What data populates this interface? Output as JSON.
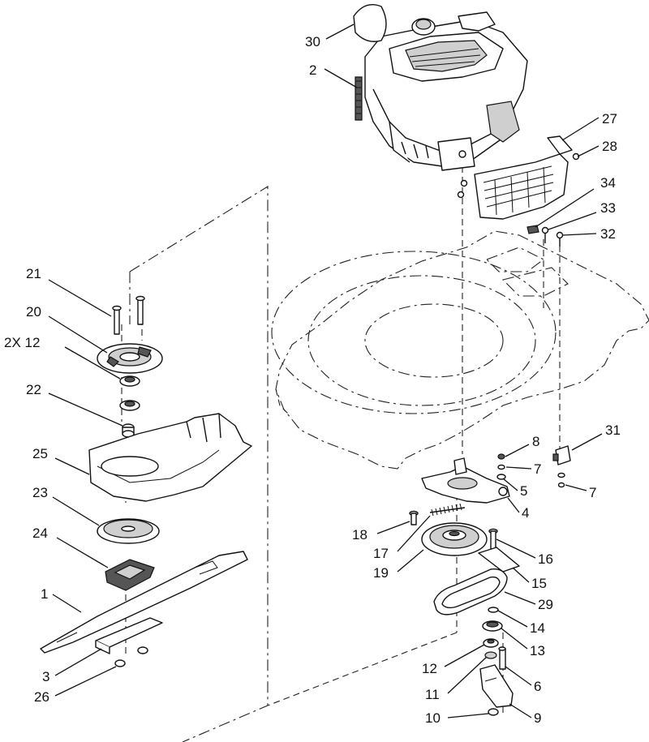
{
  "callouts": [
    {
      "id": "c30",
      "text": "30"
    },
    {
      "id": "c2",
      "text": "2"
    },
    {
      "id": "c27",
      "text": "27"
    },
    {
      "id": "c28",
      "text": "28"
    },
    {
      "id": "c34",
      "text": "34"
    },
    {
      "id": "c33",
      "text": "33"
    },
    {
      "id": "c32",
      "text": "32"
    },
    {
      "id": "c21",
      "text": "21"
    },
    {
      "id": "c20",
      "text": "20"
    },
    {
      "id": "c2x12",
      "text": "2X 12"
    },
    {
      "id": "c22",
      "text": "22"
    },
    {
      "id": "c25",
      "text": "25"
    },
    {
      "id": "c23",
      "text": "23"
    },
    {
      "id": "c24",
      "text": "24"
    },
    {
      "id": "c1",
      "text": "1"
    },
    {
      "id": "c3",
      "text": "3"
    },
    {
      "id": "c26",
      "text": "26"
    },
    {
      "id": "c31",
      "text": "31"
    },
    {
      "id": "c8",
      "text": "8"
    },
    {
      "id": "c7a",
      "text": "7"
    },
    {
      "id": "c7b",
      "text": "7"
    },
    {
      "id": "c5",
      "text": "5"
    },
    {
      "id": "c4",
      "text": "4"
    },
    {
      "id": "c18",
      "text": "18"
    },
    {
      "id": "c17",
      "text": "17"
    },
    {
      "id": "c16",
      "text": "16"
    },
    {
      "id": "c19",
      "text": "19"
    },
    {
      "id": "c15",
      "text": "15"
    },
    {
      "id": "c29",
      "text": "29"
    },
    {
      "id": "c14",
      "text": "14"
    },
    {
      "id": "c13",
      "text": "13"
    },
    {
      "id": "c12",
      "text": "12"
    },
    {
      "id": "c6",
      "text": "6"
    },
    {
      "id": "c11",
      "text": "11"
    },
    {
      "id": "c9",
      "text": "9"
    },
    {
      "id": "c10",
      "text": "10"
    }
  ]
}
